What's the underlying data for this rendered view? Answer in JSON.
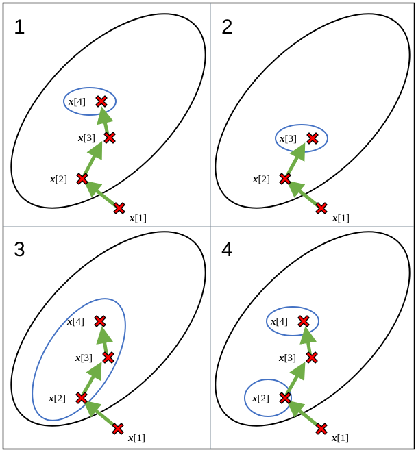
{
  "panels": [
    {
      "number": "1",
      "labels": {
        "x1": "[1]",
        "x2": "[2]",
        "x3": "[3]",
        "x4": "[4]"
      },
      "symbol": "x",
      "highlight": "x4"
    },
    {
      "number": "2",
      "labels": {
        "x1": "[1]",
        "x2": "[2]",
        "x3": "[3]"
      },
      "symbol": "x",
      "highlight": "x3"
    },
    {
      "number": "3",
      "labels": {
        "x1": "[1]",
        "x2": "[2]",
        "x3": "[3]",
        "x4": "[4]"
      },
      "symbol": "x",
      "highlight": "x2-x4"
    },
    {
      "number": "4",
      "labels": {
        "x1": "[1]",
        "x2": "[2]",
        "x3": "[3]",
        "x4": "[4]"
      },
      "symbol": "x",
      "highlight": "x2,x4"
    }
  ],
  "colors": {
    "ellipse": "#000000",
    "highlight": "#4472c4",
    "arrow": "#70ad47",
    "marker": "#ff0000",
    "divider": "#7f8c99"
  }
}
